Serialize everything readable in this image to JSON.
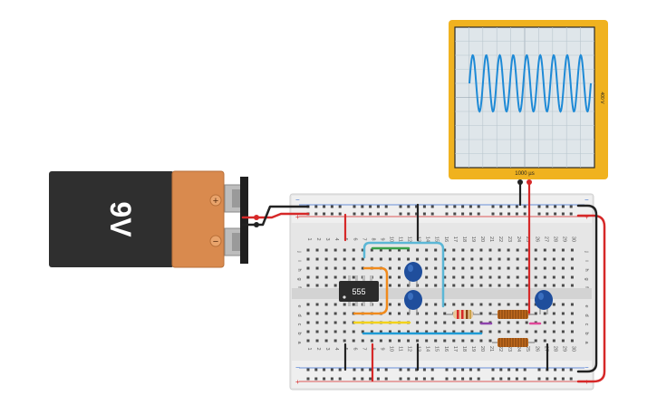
{
  "battery": {
    "voltage_label": "9V",
    "plus_symbol": "+",
    "minus_symbol": "−",
    "body_color": "#2f2f2f",
    "cap_color": "#d98a4e"
  },
  "oscilloscope": {
    "time_label": "1000 µs",
    "volt_label": "400 V",
    "frame_color": "#f0b21f",
    "trace_color": "#1e8ad6",
    "screen_color": "#dfe6ea"
  },
  "chip": {
    "label": "555"
  },
  "breadboard": {
    "rail_plus": "+",
    "rail_minus": "−",
    "row_letters_top": [
      "j",
      "i",
      "h",
      "g",
      "f"
    ],
    "row_letters_bottom": [
      "e",
      "d",
      "c",
      "b",
      "a"
    ],
    "column_numbers": [
      "1",
      "2",
      "3",
      "4",
      "5",
      "6",
      "7",
      "8",
      "9",
      "10",
      "11",
      "12",
      "13",
      "14",
      "15",
      "16",
      "17",
      "18",
      "19",
      "20",
      "21",
      "22",
      "23",
      "24",
      "25",
      "26",
      "27",
      "28",
      "29",
      "30"
    ]
  },
  "wire_colors": {
    "red": "#d62828",
    "black": "#222222",
    "green": "#3aa14a",
    "light_blue": "#5bb7d6",
    "orange": "#f08a1c",
    "yellow": "#f2d21b",
    "blue": "#1f9bd6"
  }
}
